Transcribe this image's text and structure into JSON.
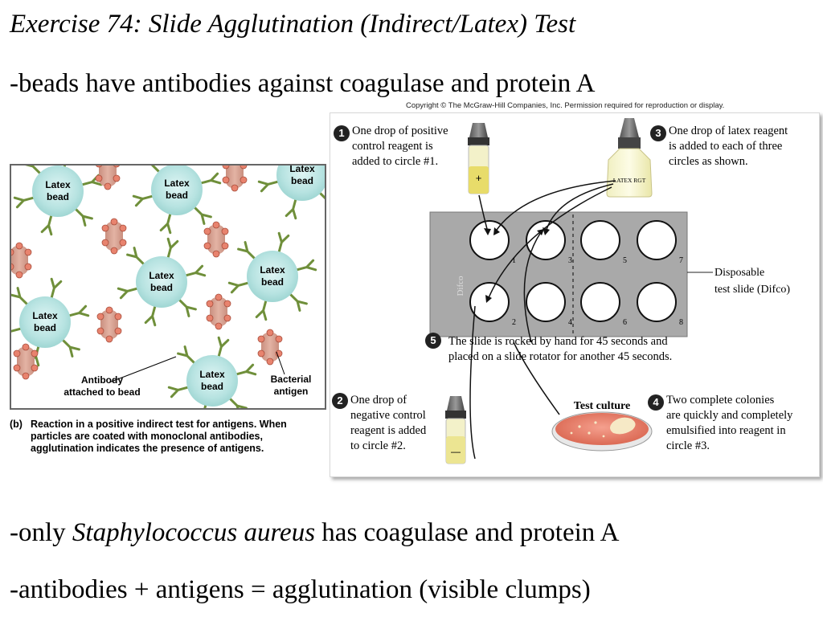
{
  "slide": {
    "title": "Exercise 74: Slide Agglutination (Indirect/Latex) Test",
    "line1": "-beads have antibodies against coagulase and protein A",
    "line2_prefix": "-only ",
    "line2_italic": "Staphylococcus aureus",
    "line2_suffix": " has coagulase and protein A",
    "line3": "-antibodies + antigens = agglutination (visible clumps)"
  },
  "copyright": "Copyright © The McGraw-Hill Companies, Inc. Permission required for reproduction or display.",
  "figure_b": {
    "bead_label_line1": "Latex",
    "bead_label_line2": "bead",
    "antibody_label_line1": "Antibody",
    "antibody_label_line2": "attached to bead",
    "antigen_label_line1": "Bacterial",
    "antigen_label_line2": "antigen",
    "caption_letter": "(b)",
    "caption_text": "Reaction in a positive indirect test for antigens. When particles are coated with monoclonal antibodies, agglutination indicates the presence of antigens."
  },
  "procedure": {
    "step1_num": "1",
    "step1_text": [
      "One drop of positive",
      "control reagent is",
      "added to circle #1."
    ],
    "step2_num": "2",
    "step2_text": [
      "One drop of",
      "negative control",
      "reagent is added",
      "to circle #2."
    ],
    "step3_num": "3",
    "step3_text": [
      "One drop of latex reagent",
      "is added to each of three",
      "circles as shown."
    ],
    "step4_num": "4",
    "step4_text": [
      "Two complete colonies",
      "are quickly and completely",
      "emulsified into reagent in",
      "circle #3."
    ],
    "step5_num": "5",
    "step5_text": [
      "The slide is rocked by hand for 45 seconds and",
      "placed on a slide rotator for another 45 seconds."
    ],
    "bottle_label": "LATEX RGT",
    "positive_sign": "+",
    "negative_sign": "—",
    "slide_brand": "Difco",
    "circle_numbers": [
      "1",
      "3",
      "5",
      "7",
      "2",
      "4",
      "6",
      "8"
    ],
    "slide_label": [
      "Disposable",
      "test slide (Difco)"
    ],
    "culture_label": "Test culture"
  }
}
